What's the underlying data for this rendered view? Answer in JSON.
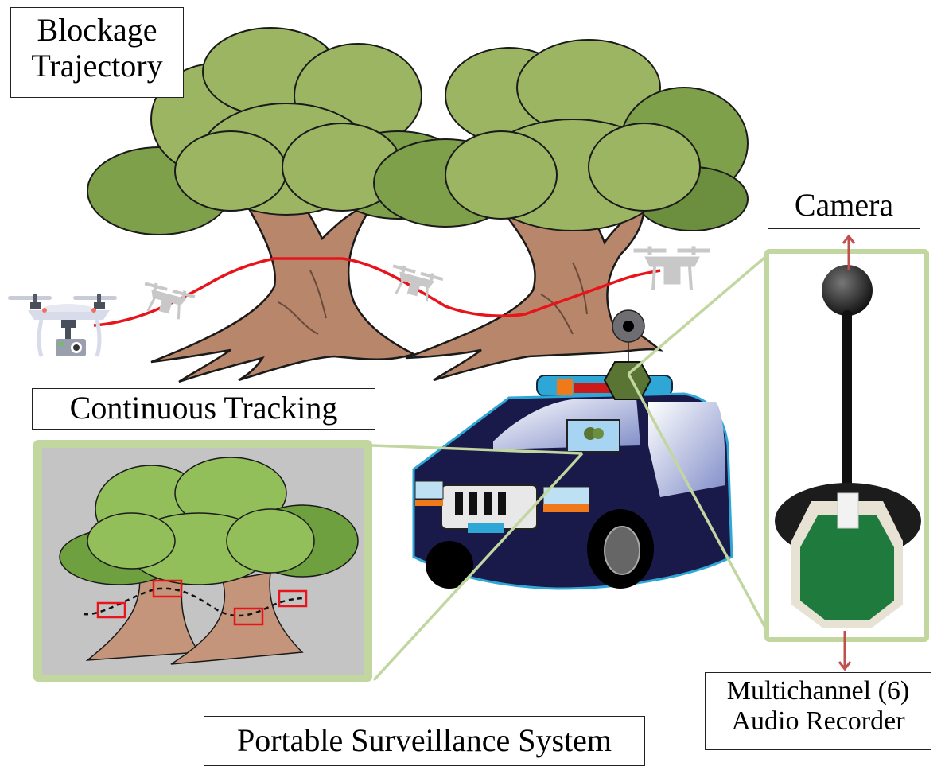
{
  "labels": {
    "blockage_trajectory": [
      "Blockage",
      "Trajectory"
    ],
    "camera": "Camera",
    "continuous_tracking": "Continuous Tracking",
    "portable_system": "Portable Surveillance System",
    "audio_recorder": [
      "Multichannel (6)",
      "Audio Recorder"
    ]
  },
  "colors": {
    "trajectory_line": "#e8141c",
    "callout_green": "#c2d6a0",
    "arrow_red": "#c0504d",
    "foliage": "#8fae5a",
    "foliage_dark": "#6b8f3e",
    "trunk": "#b8876b",
    "inset_bg": "#c4c4c4",
    "drone_ghost": "#c8c8c8",
    "car_body": "#1a1a4a",
    "sensor_hex": "#5a7433"
  },
  "icons": {
    "drone_main": "drone-icon",
    "drone_ghosts": [
      "drone-ghost-icon",
      "drone-ghost-icon",
      "drone-ghost-icon"
    ],
    "trees": "tree-pair-illustration",
    "car": "police-suv-illustration",
    "camera_device": "camera-microphone-array-photo",
    "mini_camera": "camera-icon"
  },
  "inset": {
    "trajectory_style": "dashed",
    "detection_boxes": 4
  }
}
